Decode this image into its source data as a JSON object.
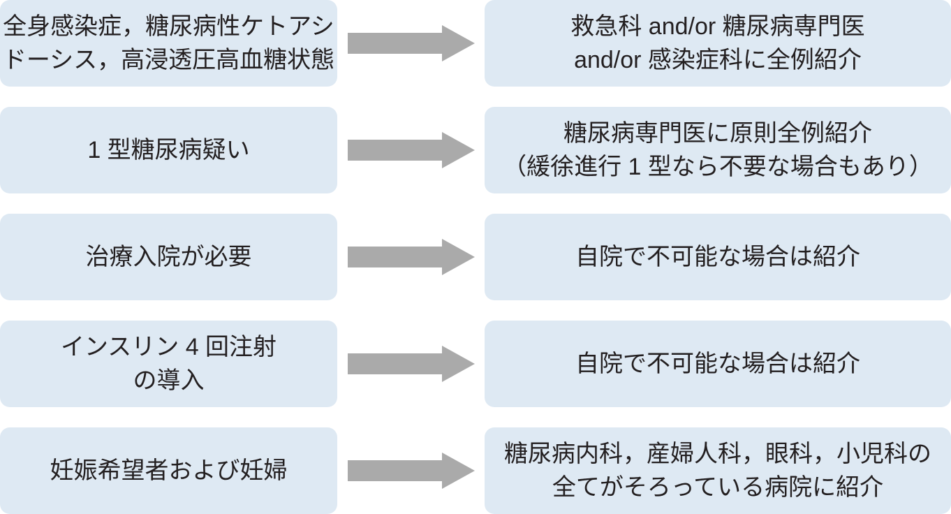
{
  "colors": {
    "background": "#ffffff",
    "box_fill": "#dee9f3",
    "arrow": "#aaaaaa",
    "text": "#231f20"
  },
  "icons": {
    "arrow": "right-block-arrow"
  },
  "rows": [
    {
      "left": [
        "全身感染症，糖尿病性ケトアシ",
        "ドーシス，高浸透圧高血糖状態"
      ],
      "right": [
        "救急科 and/or 糖尿病専門医",
        "and/or 感染症科に全例紹介"
      ]
    },
    {
      "left": [
        "1 型糖尿病疑い"
      ],
      "right": [
        "糖尿病専門医に原則全例紹介",
        "（緩徐進行 1 型なら不要な場合もあり）"
      ]
    },
    {
      "left": [
        "治療入院が必要"
      ],
      "right": [
        "自院で不可能な場合は紹介"
      ]
    },
    {
      "left": [
        "インスリン 4 回注射",
        "の導入"
      ],
      "right": [
        "自院で不可能な場合は紹介"
      ]
    },
    {
      "left": [
        "妊娠希望者および妊婦"
      ],
      "right": [
        "糖尿病内科，産婦人科，眼科，小児科の",
        "全てがそろっている病院に紹介"
      ]
    }
  ]
}
